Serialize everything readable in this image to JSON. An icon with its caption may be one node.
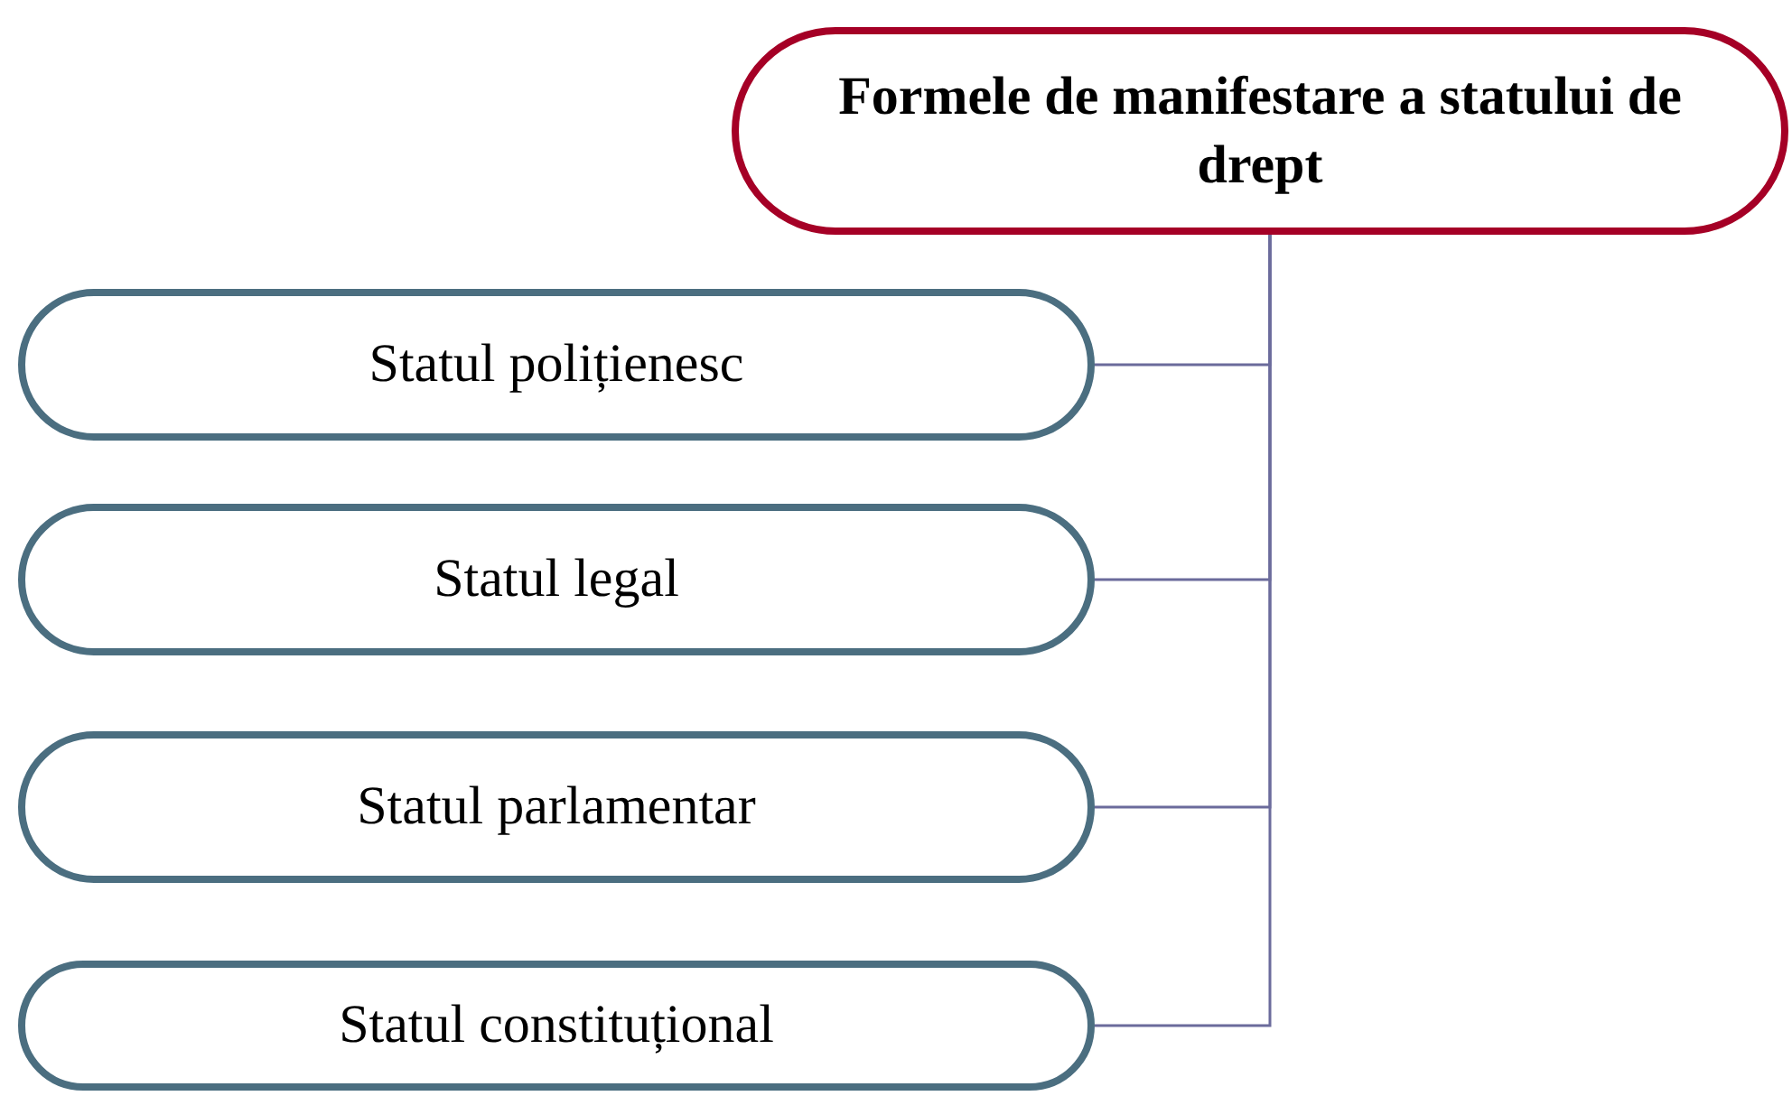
{
  "diagram": {
    "nodes": [
      {
        "text": [
          "Formele de manifestare a statului de drept"
        ]
      },
      {
        "text": [
          "Statul polițienesc"
        ]
      },
      {
        "text": [
          "Statul legal"
        ]
      },
      {
        "text": [
          "Statul parlamentar"
        ]
      },
      {
        "text": [
          "Statul constituțional"
        ]
      }
    ],
    "edges": [
      {
        "from": 0,
        "to": 1,
        "arrow": "none"
      },
      {
        "from": 0,
        "to": 2,
        "arrow": "none"
      },
      {
        "from": 0,
        "to": 3,
        "arrow": "none"
      },
      {
        "from": 0,
        "to": 4,
        "arrow": "none"
      }
    ]
  }
}
